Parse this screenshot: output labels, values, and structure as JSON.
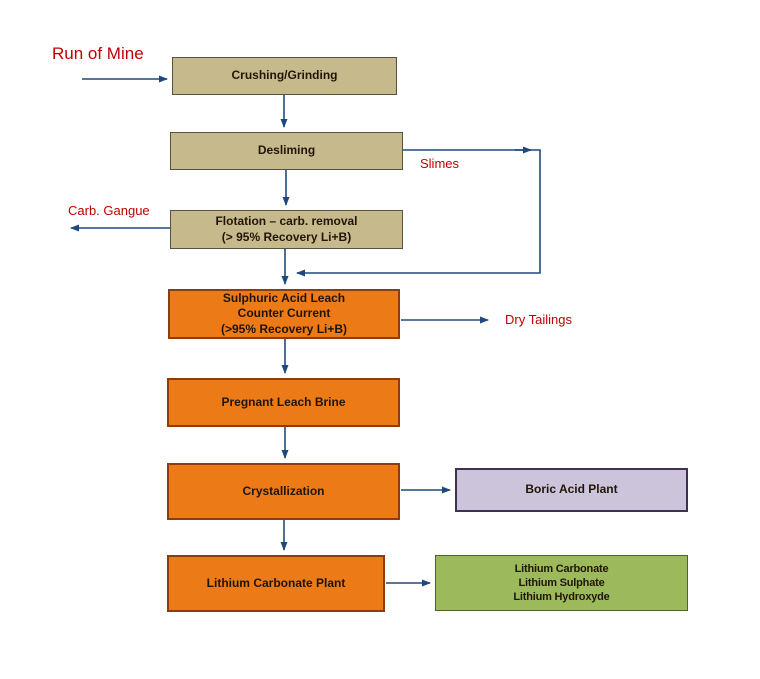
{
  "nodes": {
    "run_of_mine": "Run of Mine",
    "crushing": "Crushing/Grinding",
    "desliming": "Desliming",
    "flotation": [
      "Flotation – carb. removal",
      "(> 95% Recovery Li+B)"
    ],
    "sulphuric_leach": [
      "Sulphuric Acid Leach",
      "Counter Current",
      "(>95% Recovery Li+B)"
    ],
    "pregnant_leach_brine": "Pregnant Leach Brine",
    "crystallization": "Crystallization",
    "lithium_carbonate_plant": "Lithium Carbonate Plant",
    "boric_acid_plant": "Boric Acid Plant",
    "products": [
      "Lithium Carbonate",
      "Lithium Sulphate",
      "Lithium Hydroxyde"
    ]
  },
  "stream_labels": {
    "slimes": "Slimes",
    "carb_gangue": "Carb. Gangue",
    "dry_tailings": "Dry Tailings"
  },
  "colors": {
    "bg": "#FFFFFF",
    "tan-fill": "#C6BA8D",
    "tan-border": "#55523F",
    "orange-fill": "#EB7A17",
    "orange-border": "#8C3D0B",
    "lavender-fill": "#CCC4DB",
    "lavender-border": "#403152",
    "green-fill": "#9CBA5C",
    "green-border": "#4F6228",
    "line-color": "#1F497D",
    "label-red": "#C00000",
    "node-text": "#211507"
  }
}
